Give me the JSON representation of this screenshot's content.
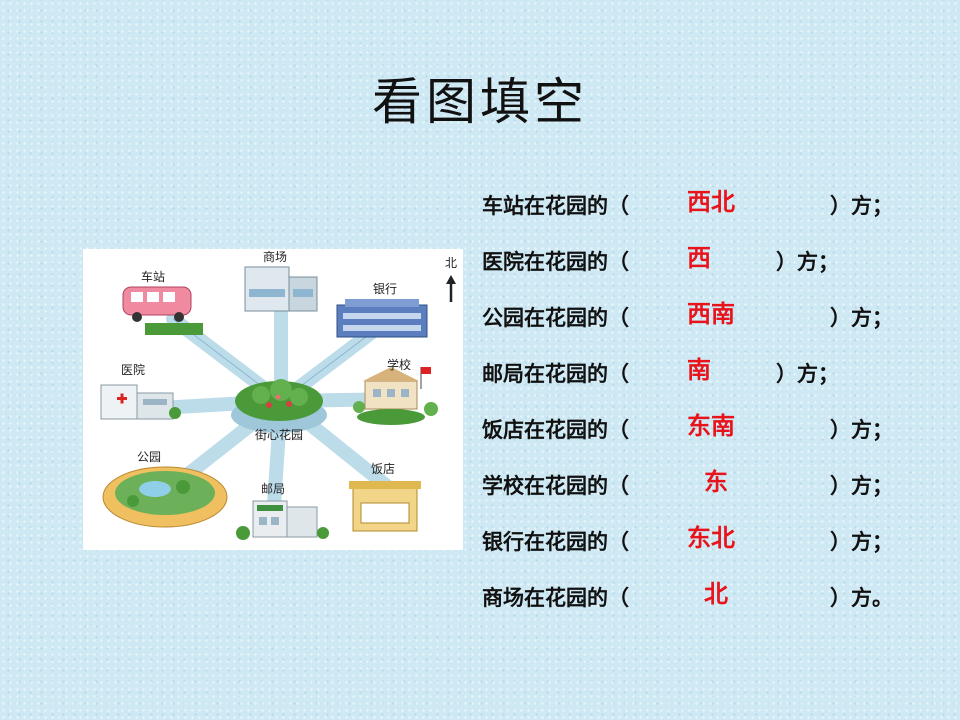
{
  "title": "看图填空",
  "map": {
    "center_label": "街心花园",
    "north_label": "北",
    "places": {
      "station": "车站",
      "mall": "商场",
      "bank": "银行",
      "hospital": "医院",
      "school": "学校",
      "park": "公园",
      "post": "邮局",
      "restaurant": "饭店"
    }
  },
  "questions": [
    {
      "prefix": "车站在花园的（",
      "answer": "西北",
      "suffix": "）方；"
    },
    {
      "prefix": "医院在花园的（",
      "answer": "西",
      "suffix": "）方；"
    },
    {
      "prefix": "公园在花园的（",
      "answer": "西南",
      "suffix": "）方；"
    },
    {
      "prefix": "邮局在花园的（",
      "answer": "南",
      "suffix": "）方；"
    },
    {
      "prefix": "饭店在花园的（",
      "answer": "东南",
      "suffix": "）方；"
    },
    {
      "prefix": "学校在花园的（",
      "answer": "东",
      "suffix": "）方；"
    },
    {
      "prefix": "银行在花园的（",
      "answer": "东北",
      "suffix": "）方；"
    },
    {
      "prefix": "商场在花园的（",
      "answer": "北",
      "suffix": "）方。"
    }
  ],
  "colors": {
    "answer": "#e8141c",
    "road": "#bcdcea",
    "garden": "#4a9a3a"
  }
}
